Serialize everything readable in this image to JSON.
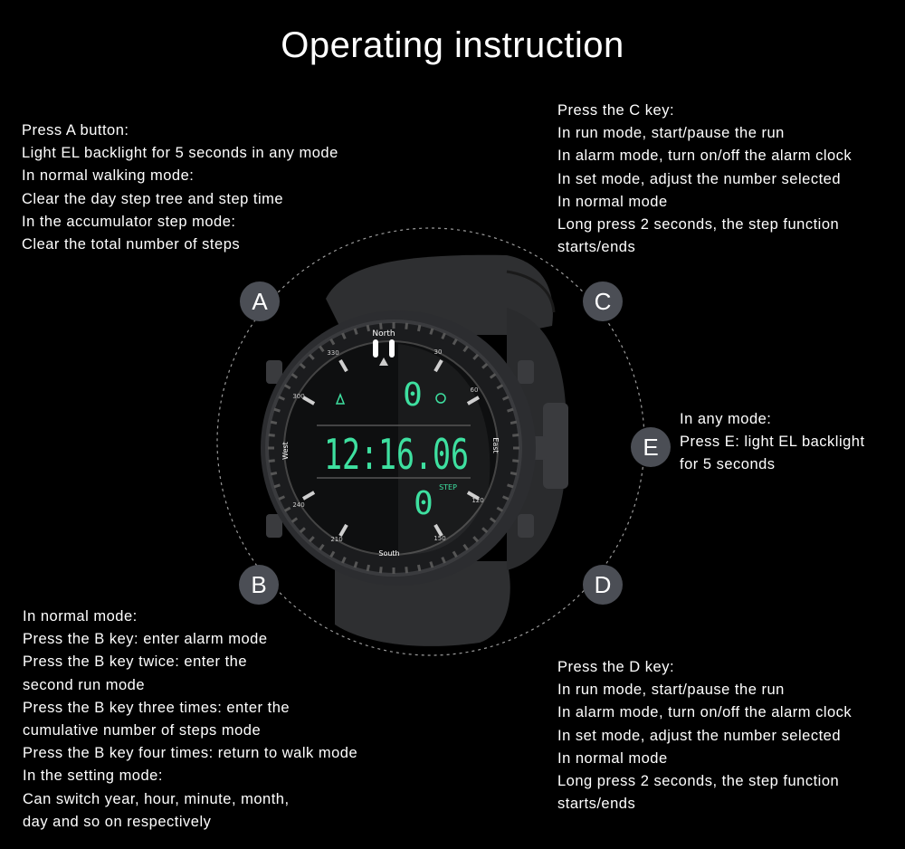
{
  "title": "Operating instruction",
  "sections": {
    "a": {
      "badge": "A",
      "lines": [
        "Press A button:",
        "Light EL backlight for 5 seconds in any mode",
        "In normal walking mode:",
        "Clear the day step tree and step time",
        "In the accumulator step mode:",
        "Clear the total number of steps"
      ]
    },
    "c": {
      "badge": "C",
      "lines": [
        "Press the C key:",
        "In run mode, start/pause the run",
        "In alarm mode, turn on/off the alarm clock",
        "In set mode, adjust the number selected",
        "In normal mode",
        "Long press 2 seconds, the step function",
        "starts/ends"
      ]
    },
    "e": {
      "badge": "E",
      "lines": [
        "In any mode:",
        "Press E: light EL backlight",
        "for 5 seconds"
      ]
    },
    "b": {
      "badge": "B",
      "lines": [
        "In normal mode:",
        "Press the B key: enter alarm mode",
        "Press the B key twice: enter the",
        "second run mode",
        "Press the B key three times: enter the",
        "cumulative number of steps mode",
        "Press the B key four times: return to walk mode",
        "In the setting mode:",
        "Can switch year, hour, minute, month,",
        "day and so on respectively"
      ]
    },
    "d": {
      "badge": "D",
      "lines": [
        "Press the D key:",
        "In run mode, start/pause the run",
        "In alarm mode, turn on/off the alarm clock",
        "In set mode, adjust the number selected",
        "In normal mode",
        "Long press 2 seconds, the step function",
        "starts/ends"
      ]
    }
  },
  "watch": {
    "bezel": {
      "north": "North",
      "east": "East",
      "south": "South",
      "west": "West",
      "n30": "30",
      "n60": "60",
      "n120": "120",
      "n150": "150",
      "n210": "210",
      "n240": "240",
      "n300": "300",
      "n330": "330"
    },
    "display": {
      "top_digit": "0",
      "time": "12:16.06",
      "steps": "0",
      "step_label": "STEP"
    },
    "colors": {
      "lcd": "#3ee0a0",
      "badge": "#4b4e55"
    }
  }
}
